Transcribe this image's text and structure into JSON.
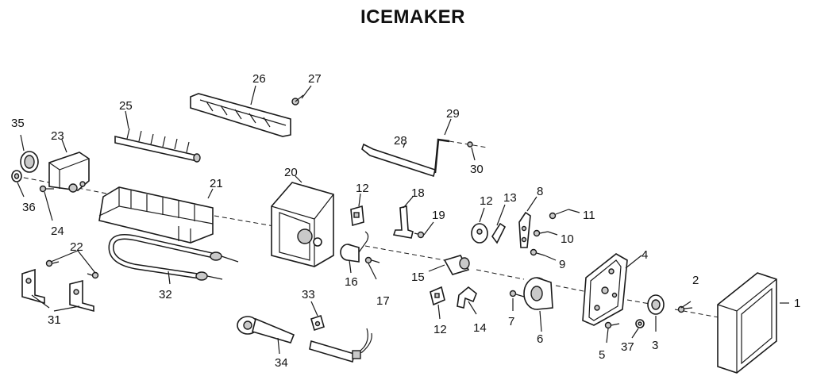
{
  "title": "ICEMAKER",
  "callouts": [
    {
      "id": "1",
      "text": "1"
    },
    {
      "id": "2",
      "text": "2"
    },
    {
      "id": "3",
      "text": "3"
    },
    {
      "id": "4",
      "text": "4"
    },
    {
      "id": "5",
      "text": "5"
    },
    {
      "id": "6",
      "text": "6"
    },
    {
      "id": "7",
      "text": "7"
    },
    {
      "id": "8",
      "text": "8"
    },
    {
      "id": "9",
      "text": "9"
    },
    {
      "id": "10",
      "text": "10"
    },
    {
      "id": "11",
      "text": "11"
    },
    {
      "id": "12a",
      "text": "12"
    },
    {
      "id": "12b",
      "text": "12"
    },
    {
      "id": "12c",
      "text": "12"
    },
    {
      "id": "13",
      "text": "13"
    },
    {
      "id": "14",
      "text": "14"
    },
    {
      "id": "15",
      "text": "15"
    },
    {
      "id": "16",
      "text": "16"
    },
    {
      "id": "17",
      "text": "17"
    },
    {
      "id": "18",
      "text": "18"
    },
    {
      "id": "19",
      "text": "19"
    },
    {
      "id": "20",
      "text": "20"
    },
    {
      "id": "21",
      "text": "21"
    },
    {
      "id": "22",
      "text": "22"
    },
    {
      "id": "23",
      "text": "23"
    },
    {
      "id": "24",
      "text": "24"
    },
    {
      "id": "25",
      "text": "25"
    },
    {
      "id": "26",
      "text": "26"
    },
    {
      "id": "27",
      "text": "27"
    },
    {
      "id": "28",
      "text": "28"
    },
    {
      "id": "29",
      "text": "29"
    },
    {
      "id": "30",
      "text": "30"
    },
    {
      "id": "31",
      "text": "31"
    },
    {
      "id": "32",
      "text": "32"
    },
    {
      "id": "33",
      "text": "33"
    },
    {
      "id": "34",
      "text": "34"
    },
    {
      "id": "35",
      "text": "35"
    },
    {
      "id": "36",
      "text": "36"
    },
    {
      "id": "37",
      "text": "37"
    }
  ]
}
